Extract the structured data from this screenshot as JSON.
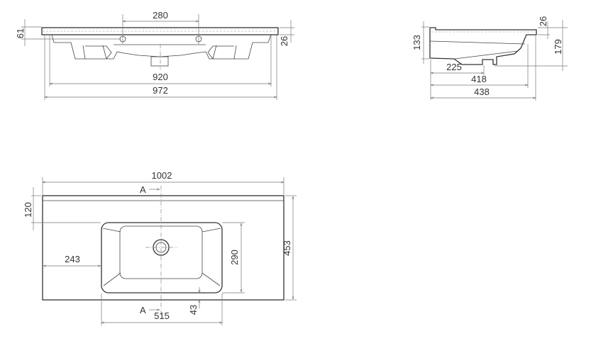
{
  "front_view": {
    "dims": {
      "hole_spacing": "280",
      "height_total": "61",
      "slab": "26",
      "inner_width": "920",
      "outer_width": "972"
    }
  },
  "side_view": {
    "dims": {
      "height": "133",
      "slab": "26",
      "total_height": "179",
      "drain_offset": "225",
      "inner_depth": "418",
      "outer_depth": "438"
    }
  },
  "plan_view": {
    "dims": {
      "width": "1002",
      "back_band": "120",
      "left_offset": "243",
      "basin_depth": "290",
      "depth": "453",
      "front_margin": "43",
      "basin_width": "515"
    },
    "section_label_top": "A",
    "section_label_bottom": "A"
  }
}
